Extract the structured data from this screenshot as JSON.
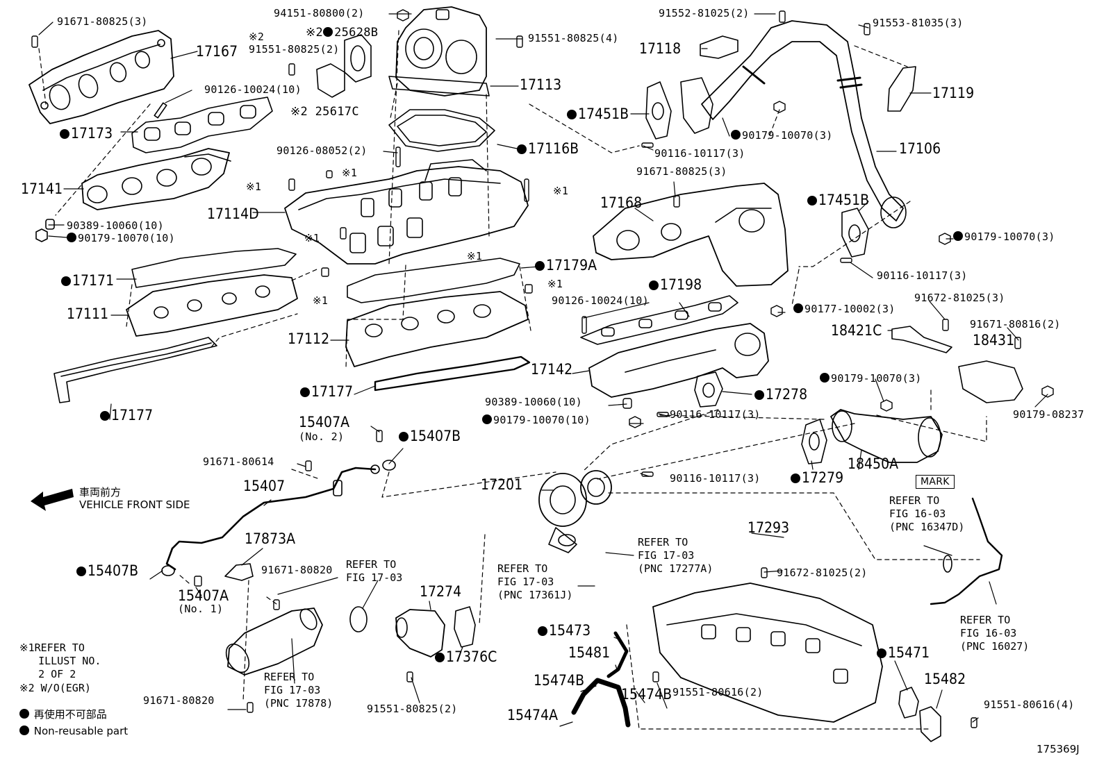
{
  "diagram_id": "175369J",
  "vehicle_front": {
    "jp": "車両前方",
    "en": "VEHICLE FRONT SIDE"
  },
  "notes": {
    "n1": "※1REFER TO\n   ILLUST NO.\n   2 OF 2",
    "n2": "※2 W/O(EGR)"
  },
  "legend": {
    "jp": "再使用不可部品",
    "en": "Non-reusable part"
  },
  "mark_box": "MARK",
  "labels": {
    "p91671_80825_top": "91671-80825(3)",
    "p17167": "17167",
    "p91551_80825_2": "91551-80825(2)",
    "p94151_80800": "94151-80800(2)",
    "p25628B": "25628B",
    "p91551_80825_4": "91551-80825(4)",
    "p17113": "17113",
    "p90126_10024_left": "90126-10024(10)",
    "p25617C": "25617C",
    "p17173": "17173",
    "p17116B": "17116B",
    "p90126_08052": "90126-08052(2)",
    "p17141": "17141",
    "p17114D": "17114D",
    "p90389_10060_left": "90389-10060(10)",
    "p90179_10070_left": "90179-10070(10)",
    "p17179A": "17179A",
    "p17171": "17171",
    "p17111": "17111",
    "p17112": "17112",
    "p17177_mid": "17177",
    "p17177_left": "17177",
    "p91552_81025": "91552-81025(2)",
    "p91553_81035": "91553-81035(3)",
    "p17118": "17118",
    "p17119": "17119",
    "p17451B_top": "17451B",
    "p90179_10070_top": "90179-10070(3)",
    "p90116_10117_top": "90116-10117(3)",
    "p17106": "17106",
    "p91671_80825_mid": "91671-80825(3)",
    "p17168": "17168",
    "p17451B_right": "17451B",
    "p90179_10070_right": "90179-10070(3)",
    "p90116_10117_right": "90116-10117(3)",
    "p17198": "17198",
    "p90126_10024_mid": "90126-10024(10)",
    "p90177_10002": "90177-10002(3)",
    "p91672_81025_top": "91672-81025(3)",
    "p18421C": "18421C",
    "p91671_80816": "91671-80816(2)",
    "p18431": "18431",
    "p17142": "17142",
    "p17278": "17278",
    "p90179_10070_cat": "90179-10070(3)",
    "p90179_08237": "90179-08237",
    "p90389_10060_mid": "90389-10060(10)",
    "p90179_10070_mid": "90179-10070(10)",
    "p90116_10117_mid": "90116-10117(3)",
    "p15407A_top": "15407A",
    "p15407A_top_sub": "(No. 2)",
    "p15407B_top": "15407B",
    "p91671_80614": "91671-80614",
    "p90116_10117_low": "90116-10117(3)",
    "p17279": "17279",
    "p18450A": "18450A",
    "p17201": "17201",
    "p15407": "15407",
    "ref_1634": "REFER TO\nFIG 16-03\n(PNC 16347D)",
    "p17293": "17293",
    "ref_17277A": "REFER TO\nFIG 17-03\n(PNC 17277A)",
    "p17873A": "17873A",
    "p15407B_left": "15407B",
    "p91671_80820_mid": "91671-80820",
    "ref_fig1703": "REFER TO\nFIG 17-03",
    "ref_17361J": "REFER TO\nFIG 17-03\n(PNC 17361J)",
    "p91672_81025_low": "91672-81025(2)",
    "p15407A_low": "15407A",
    "p15407A_low_sub": "(No. 1)",
    "p17274": "17274",
    "p15473": "15473",
    "p17376C": "17376C",
    "p15471": "15471",
    "ref_16027": "REFER TO\nFIG 16-03\n(PNC 16027)",
    "p15481": "15481",
    "ref_17878": "REFER TO\nFIG 17-03\n(PNC 17878)",
    "p15474B_left": "15474B",
    "p15474B_mid": "15474B",
    "p15482": "15482",
    "p91551_80616_2": "91551-80616(2)",
    "p91671_80820_low": "91671-80820",
    "p91551_80825_low": "91551-80825(2)",
    "p15474A": "15474A",
    "p91551_80616_4": "91551-80616(4)"
  }
}
